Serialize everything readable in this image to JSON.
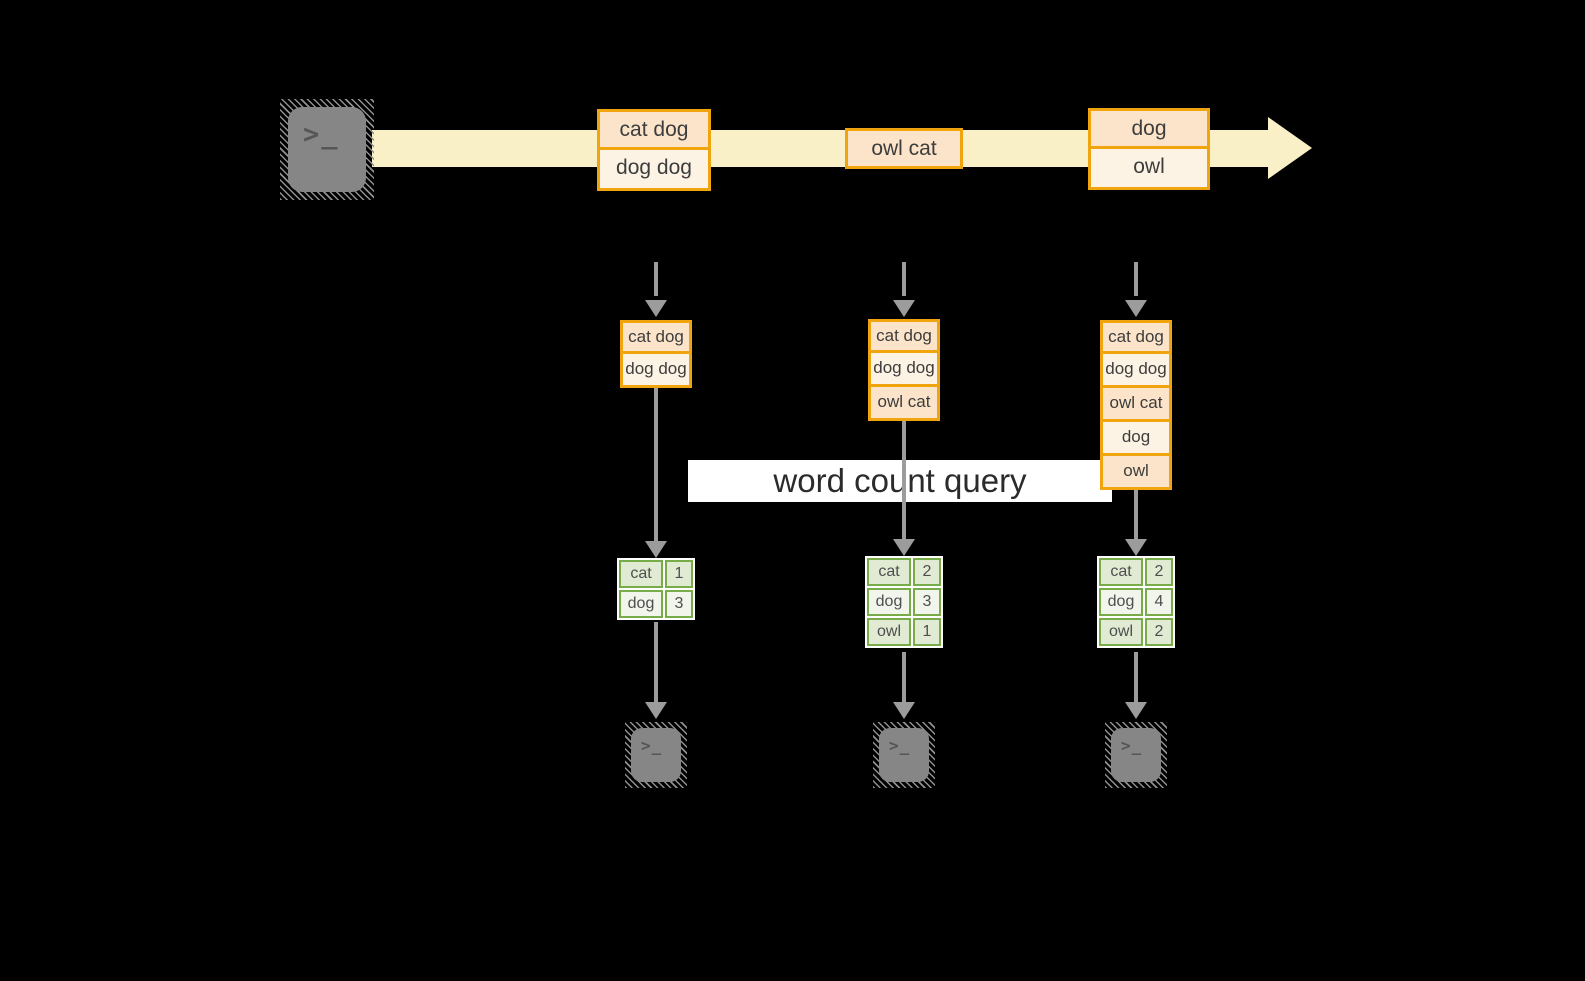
{
  "colors": {
    "background": "#000000",
    "stream_band": "#FAF0C8",
    "event_border": "#F0A50F",
    "event_fill_dark": "#FBE4C9",
    "event_fill_light": "#FDF3E5",
    "arrow_gray": "#9C9C9C",
    "terminal_gray": "#868686",
    "table_border_green": "#77AC49",
    "table_cell_green": "#E1EBD3",
    "table_cell_light": "#F1F5EC",
    "query_band_bg": "#FFFFFF"
  },
  "terminal_prompt": ">_",
  "stream": {
    "events": [
      {
        "rows": [
          "cat dog",
          "dog dog"
        ]
      },
      {
        "rows": [
          "owl cat"
        ]
      },
      {
        "rows": [
          "dog",
          "owl"
        ]
      }
    ]
  },
  "windows": [
    {
      "rows": [
        "cat dog",
        "dog dog"
      ]
    },
    {
      "rows": [
        "cat dog",
        "dog dog",
        "owl cat"
      ]
    },
    {
      "rows": [
        "cat dog",
        "dog dog",
        "owl cat",
        "dog",
        "owl"
      ]
    }
  ],
  "query_label": "word count query",
  "counts": [
    {
      "rows": [
        [
          "cat",
          "1"
        ],
        [
          "dog",
          "3"
        ]
      ]
    },
    {
      "rows": [
        [
          "cat",
          "2"
        ],
        [
          "dog",
          "3"
        ],
        [
          "owl",
          "1"
        ]
      ]
    },
    {
      "rows": [
        [
          "cat",
          "2"
        ],
        [
          "dog",
          "4"
        ],
        [
          "owl",
          "2"
        ]
      ]
    }
  ]
}
